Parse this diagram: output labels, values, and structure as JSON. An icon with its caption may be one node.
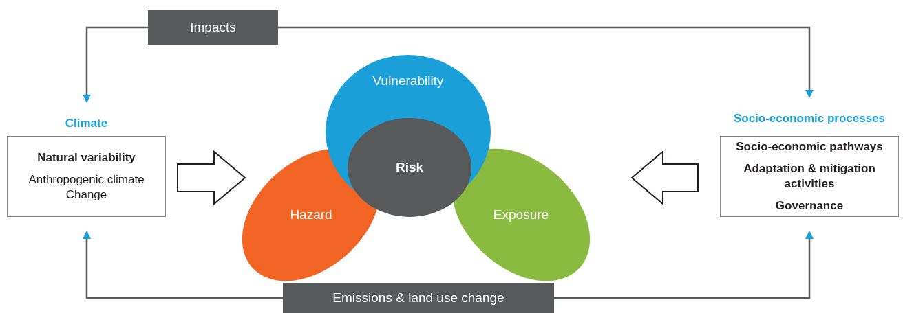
{
  "diagram": {
    "nodes": [
      {
        "text": [
          "Impacts"
        ]
      },
      {
        "text": [
          "Climate",
          "Natural variability",
          "Anthropogenic climate Change"
        ]
      },
      {
        "text": [
          "Vulnerability"
        ]
      },
      {
        "text": [
          "Risk"
        ],
        "in": 2
      },
      {
        "text": [
          "Hazard"
        ]
      },
      {
        "text": [
          "Exposure"
        ]
      },
      {
        "text": [
          "Socio-economic processes",
          "Socio-economic pathways",
          "Adaptation & mitigation activities",
          "Governance"
        ]
      },
      {
        "text": [
          "Emissions & land use change"
        ]
      }
    ],
    "edges": [
      {
        "from": 0,
        "to": 1,
        "arrow": "to"
      },
      {
        "from": 0,
        "to": 6,
        "arrow": "to"
      },
      {
        "from": 1,
        "to": 4,
        "arrow": "to",
        "style": "thick"
      },
      {
        "from": 6,
        "to": 5,
        "arrow": "to",
        "style": "thick"
      },
      {
        "from": 7,
        "to": 1,
        "arrow": "to"
      },
      {
        "from": 7,
        "to": 6,
        "arrow": "to"
      }
    ]
  }
}
